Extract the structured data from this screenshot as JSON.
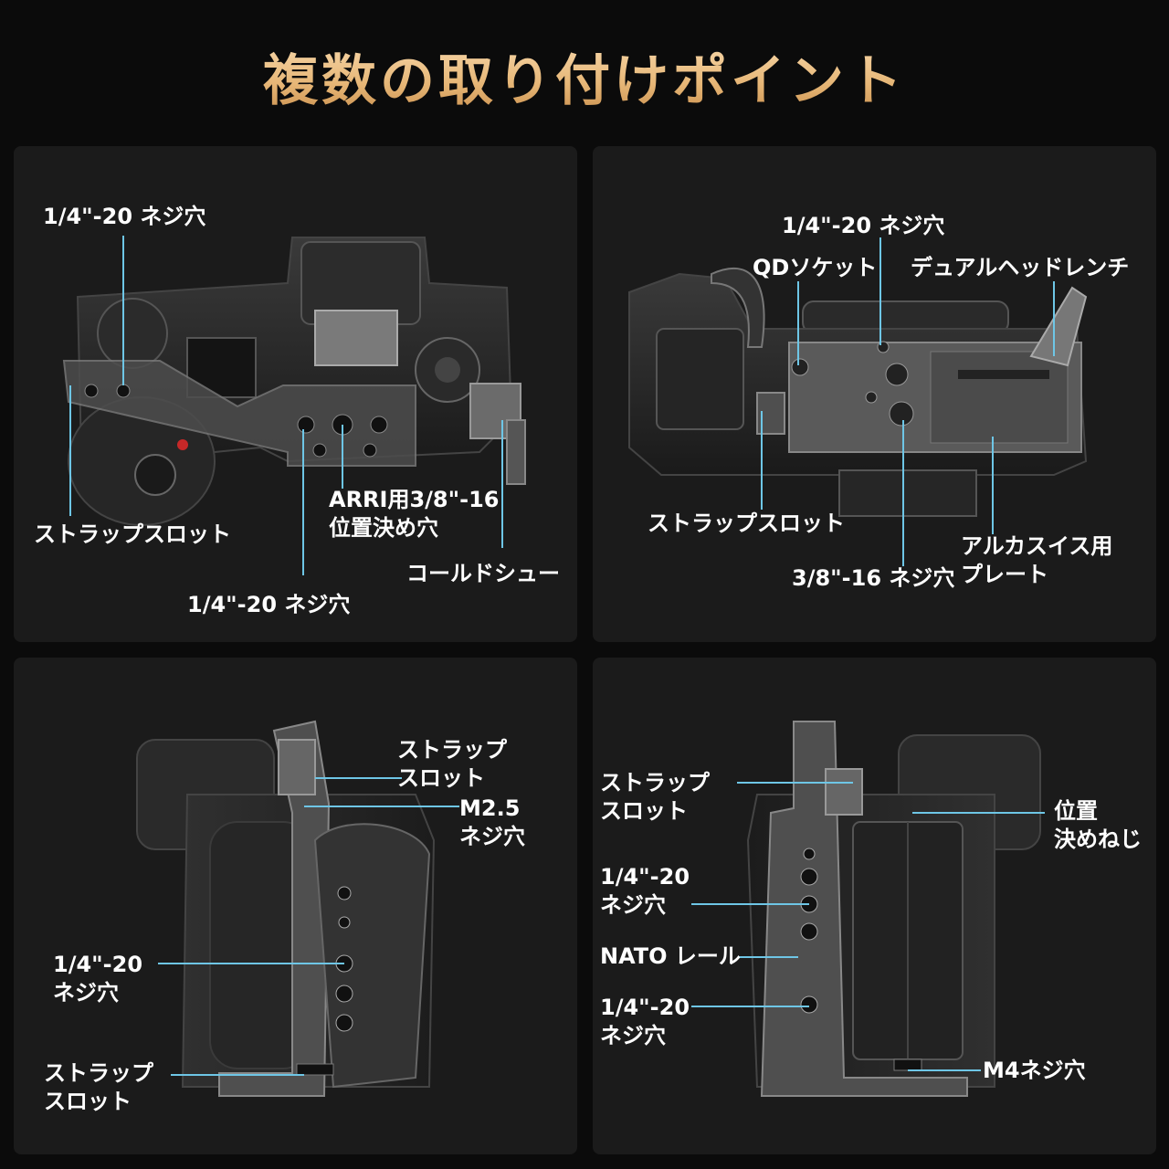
{
  "title": "複数の取り付けポイント",
  "colors": {
    "title": "#f0c48a",
    "panel": "#1b1b1b",
    "background": "#0b0b0b",
    "leader": "#6ec6e6",
    "label": "#ffffff"
  },
  "panels": [
    {
      "view": "top",
      "labels": {
        "screw_top": "1/4\"-20 ネジ穴",
        "strap_slot": "ストラップスロット",
        "arri_line1": "ARRI用3/8\"-16",
        "arri_line2": "位置決め穴",
        "cold_shoe": "コールドシュー",
        "screw_bottom": "1/4\"-20 ネジ穴"
      }
    },
    {
      "view": "bottom",
      "labels": {
        "screw_top": "1/4\"-20 ネジ穴",
        "qd_socket": "QDソケット",
        "dual_wrench": "デュアルヘッドレンチ",
        "strap_slot": "ストラップスロット",
        "arca_line1": "アルカスイス用",
        "arca_line2": "プレート",
        "screw_38": "3/8\"-16 ネジ穴"
      }
    },
    {
      "view": "grip-side",
      "labels": {
        "strap_top_line1": "ストラップ",
        "strap_top_line2": "スロット",
        "m25_line1": "M2.5",
        "m25_line2": "ネジ穴",
        "screw_line1": "1/4\"-20",
        "screw_line2": "ネジ穴",
        "strap_bottom_line1": "ストラップ",
        "strap_bottom_line2": "スロット"
      }
    },
    {
      "view": "side",
      "labels": {
        "strap_line1": "ストラップ",
        "strap_line2": "スロット",
        "locating_line1": "位置",
        "locating_line2": "決めねじ",
        "screw_a_line1": "1/4\"-20",
        "screw_a_line2": "ネジ穴",
        "nato": "NATO レール",
        "screw_b_line1": "1/4\"-20",
        "screw_b_line2": "ネジ穴",
        "m4": "M4ネジ穴"
      }
    }
  ]
}
